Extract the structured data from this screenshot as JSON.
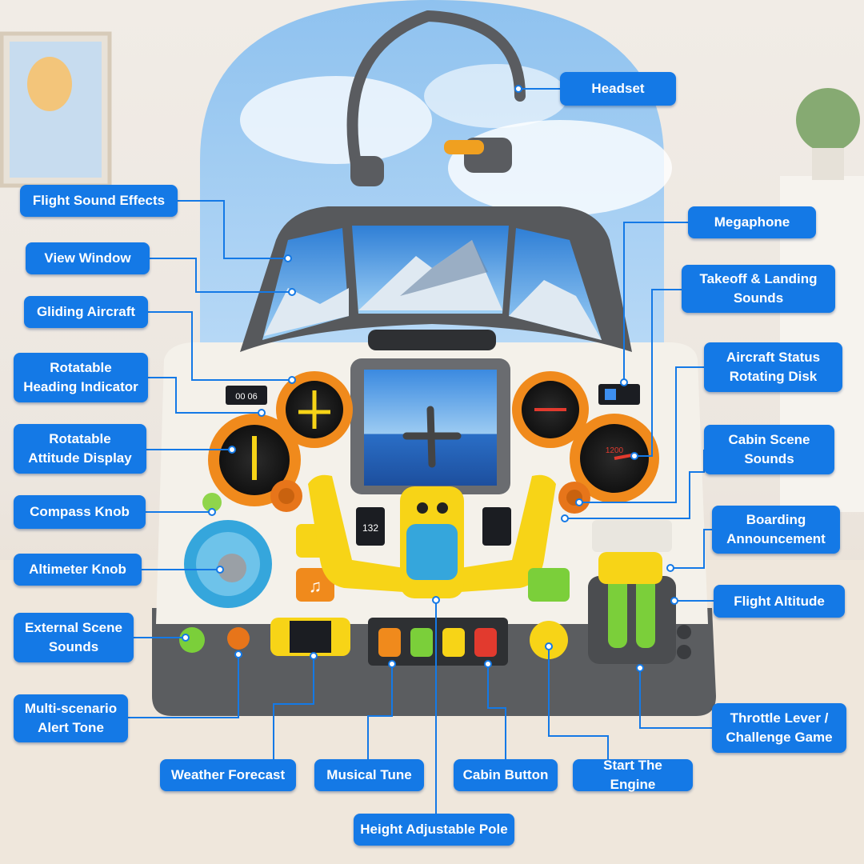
{
  "labels": {
    "headset": "Headset",
    "flight_sound_effects": "Flight Sound Effects",
    "view_window": "View Window",
    "gliding_aircraft": "Gliding Aircraft",
    "rotatable_heading_indicator": "Rotatable\nHeading Indicator",
    "rotatable_attitude_display": "Rotatable\nAttitude Display",
    "compass_knob": "Compass Knob",
    "altimeter_knob": "Altimeter Knob",
    "external_scene_sounds": "External Scene\nSounds",
    "multi_scenario_alert_tone": "Multi-scenario\nAlert Tone",
    "weather_forecast": "Weather Forecast",
    "musical_tune": "Musical Tune",
    "cabin_button": "Cabin Button",
    "start_the_engine": "Start The Engine",
    "height_adjustable_pole": "Height Adjustable Pole",
    "megaphone": "Megaphone",
    "takeoff_landing_sounds": "Takeoff & Landing\nSounds",
    "aircraft_status_rotating_disk": "Aircraft Status\nRotating Disk",
    "cabin_scene_sounds": "Cabin Scene\nSounds",
    "boarding_announcement": "Boarding\nAnnouncement",
    "flight_altitude": "Flight Altitude",
    "throttle_lever_challenge_game": "Throttle Lever /\nChallenge Game"
  },
  "display_readouts": {
    "left_lcd": "00 06",
    "center_lcd": "132",
    "gauge_speed": "1200"
  },
  "colors": {
    "label_bg": "#1479e6",
    "toy_orange": "#f08a1c",
    "toy_yellow": "#f7d417",
    "toy_blue": "#35a6dc",
    "toy_green": "#7bcf3a",
    "toy_red": "#e23a2e",
    "toy_body": "#f4f1ea",
    "toy_base": "#5b5d60"
  },
  "icons": [
    "headset-icon",
    "mountain-icon",
    "airplane-icon",
    "music-note-icon",
    "cloud-icon"
  ]
}
